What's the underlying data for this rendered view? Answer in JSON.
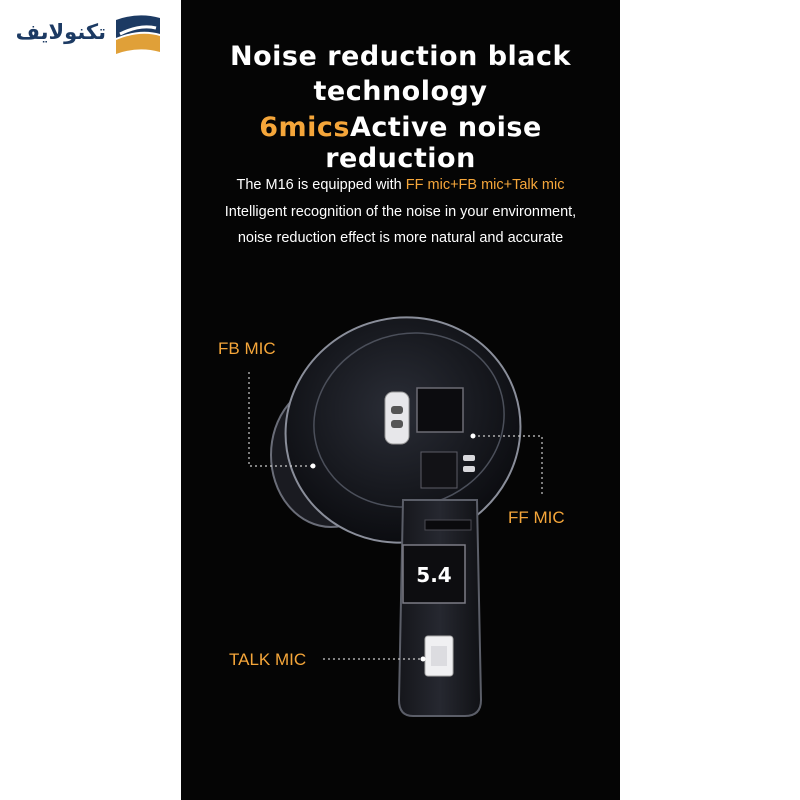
{
  "logo": {
    "text": "تکنولایف",
    "icon": "technolife-logo-icon",
    "colors": {
      "navy": "#1c3a63",
      "gold": "#e0a038"
    }
  },
  "banner": {
    "title_line1": "Noise reduction black",
    "title_line2": "technology",
    "title_line3_accent": "6mics",
    "title_line3_rest": "Active noise reduction",
    "desc_line1_prefix": "The M16 is equipped with ",
    "desc_line1_accent": "FF mic+FB mic+Talk mic",
    "desc_line2": "Intelligent recognition of the noise in your environment,",
    "desc_line3": "noise reduction effect is more natural and accurate",
    "chip_label": "5.4",
    "labels": {
      "fb_mic": "FB MIC",
      "ff_mic": "FF MIC",
      "talk_mic": "TALK MIC"
    },
    "colors": {
      "background": "#050505",
      "accent": "#f5a63a",
      "text": "#ffffff"
    }
  }
}
